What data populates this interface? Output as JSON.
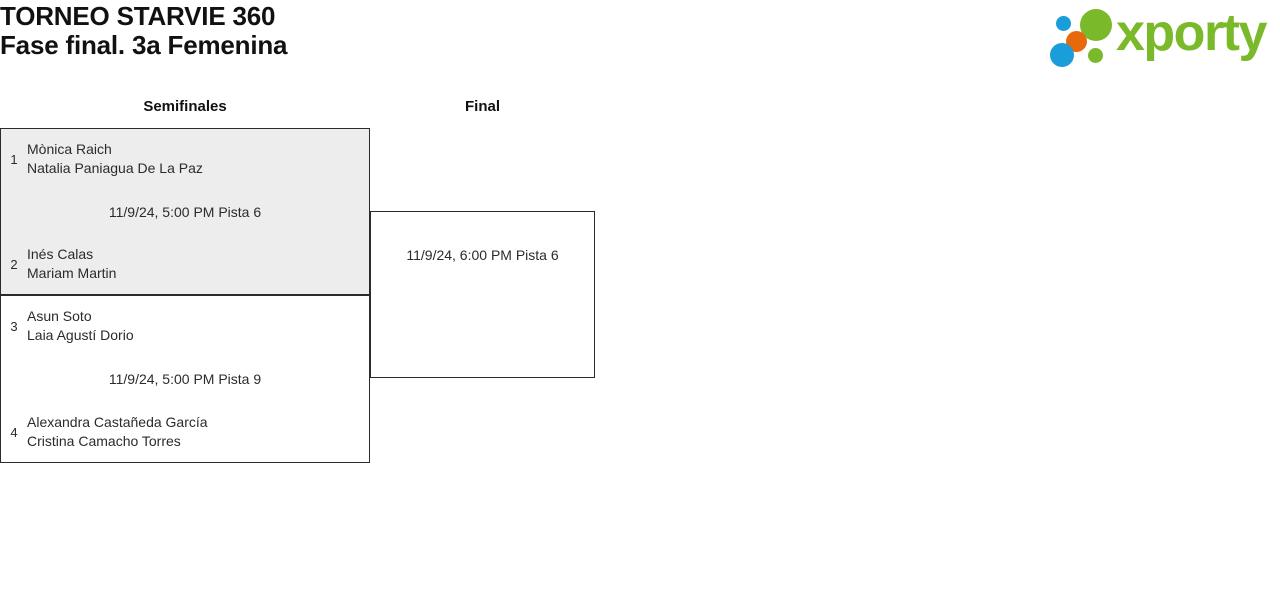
{
  "header": {
    "title_line1": "TORNEO STARVIE 360",
    "title_line2": "Fase final. 3a Femenina",
    "logo_text": "xporty"
  },
  "bracket": {
    "rounds": [
      {
        "label": "Semifinales"
      },
      {
        "label": "Final"
      }
    ],
    "matches": [
      {
        "id": "semi-1",
        "shaded": true,
        "team_top": {
          "seed": "1",
          "player1": "Mònica Raich",
          "player2": "Natalia Paniagua De La Paz"
        },
        "team_bottom": {
          "seed": "2",
          "player1": "Inés Calas",
          "player2": "Mariam Martin"
        },
        "info": "11/9/24, 5:00 PM  Pista 6"
      },
      {
        "id": "semi-2",
        "shaded": false,
        "team_top": {
          "seed": "3",
          "player1": "Asun Soto",
          "player2": "Laia Agustí Dorio"
        },
        "team_bottom": {
          "seed": "4",
          "player1": "Alexandra Castañeda García",
          "player2": "Cristina Camacho Torres"
        },
        "info": "11/9/24, 5:00 PM  Pista 9"
      },
      {
        "id": "final",
        "shaded": false,
        "team_top": {
          "seed": "",
          "player1": "",
          "player2": ""
        },
        "team_bottom": {
          "seed": "",
          "player1": "",
          "player2": ""
        },
        "info": "11/9/24, 6:00 PM  Pista 6"
      }
    ]
  },
  "colors": {
    "brand_green": "#7ab929",
    "brand_blue": "#1b9dd9",
    "brand_orange": "#e8690b",
    "shaded_match_bg": "#ededed",
    "border": "#2b2b2b"
  }
}
